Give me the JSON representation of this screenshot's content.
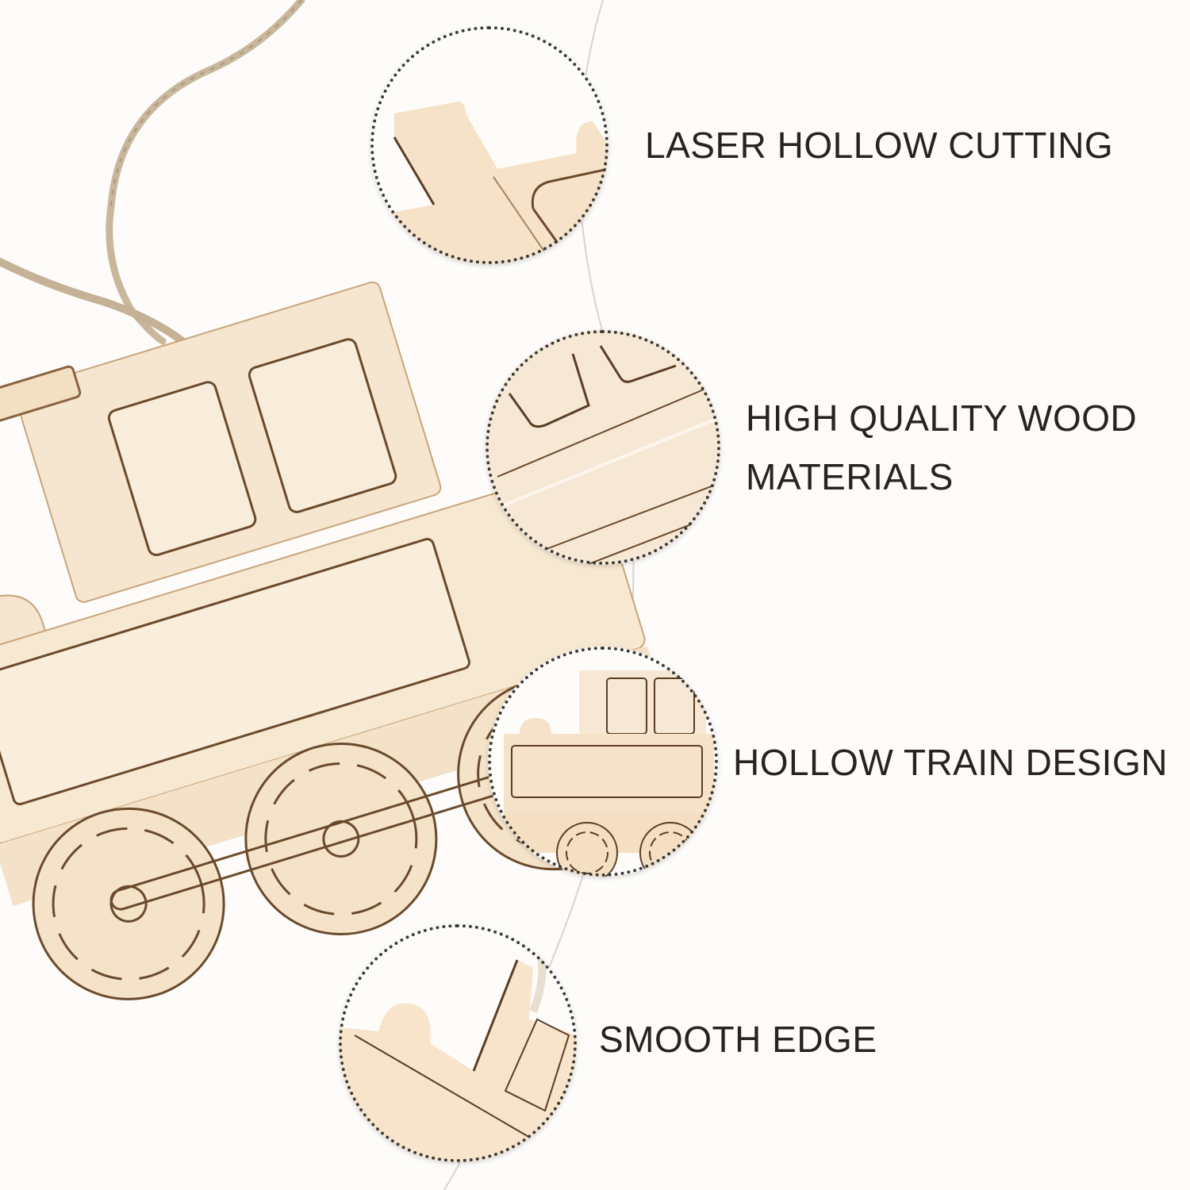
{
  "product": {
    "description": "Wooden laser-cut train ornament with twine",
    "colors": {
      "background": "#fdfcfa",
      "wood": "#f6e6cf",
      "wood_shade": "#edd5b3",
      "engraving": "#6b4a2c",
      "twine": "#c9b79c",
      "label_text": "#2a2222",
      "dotted_ring": "#3a3a3a"
    }
  },
  "features": [
    {
      "id": "laser-hollow-cutting",
      "label": "LASER HOLLOW CUTTING",
      "icon": "magnifier-circle-chimney"
    },
    {
      "id": "high-quality-wood",
      "label": "HIGH QUALITY WOOD MATERIALS",
      "line1": "HIGH QUALITY WOOD",
      "line2": "MATERIALS",
      "icon": "magnifier-circle-wood-grain"
    },
    {
      "id": "hollow-train-design",
      "label": "HOLLOW TRAIN DESIGN",
      "icon": "magnifier-circle-train"
    },
    {
      "id": "smooth-edge",
      "label": "SMOOTH EDGE",
      "icon": "magnifier-circle-edge"
    }
  ]
}
